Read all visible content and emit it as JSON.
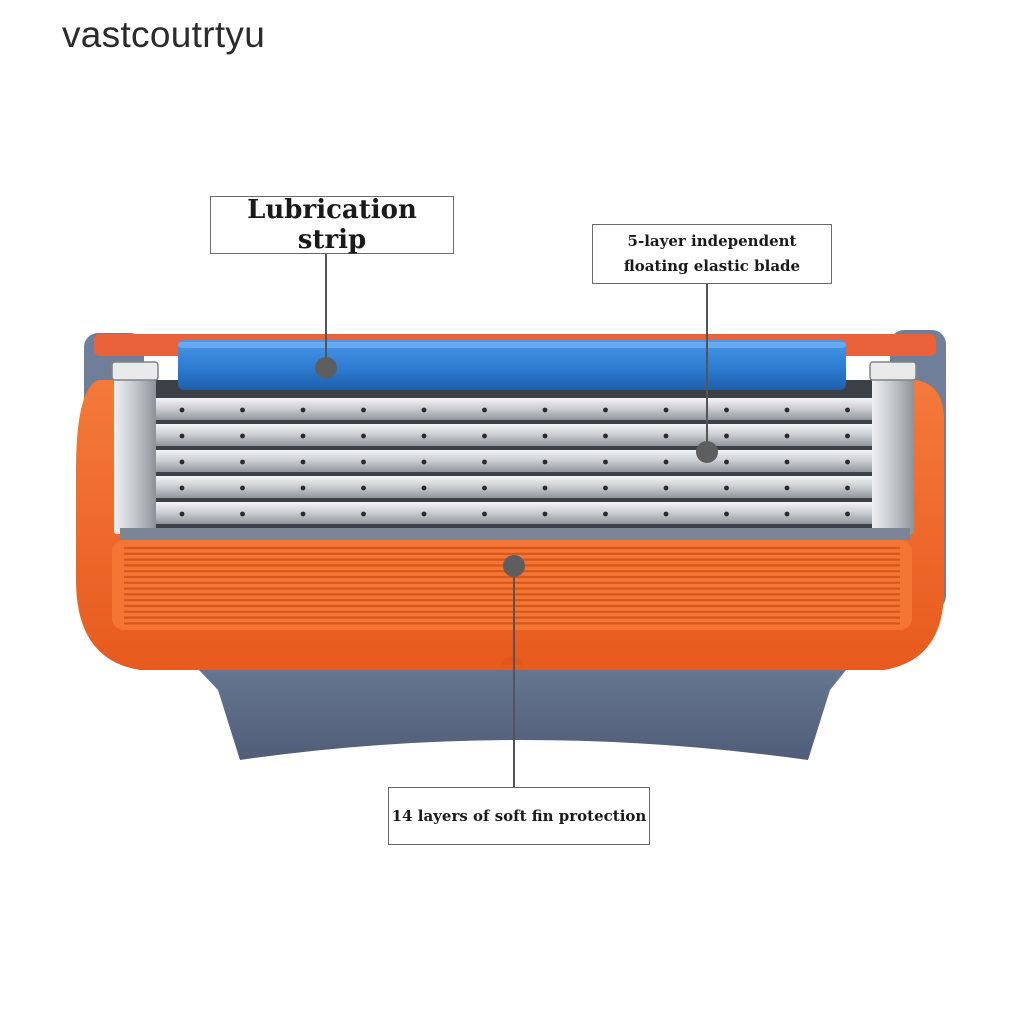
{
  "watermark": "vastcoutrtyu",
  "callouts": {
    "lubrication": "Lubrication strip",
    "blade_line1": "5-layer independent",
    "blade_line2": "floating elastic blade",
    "fin": "14 layers of soft fin protection"
  },
  "colors": {
    "orange": "#f26b2c",
    "blue_strip": "#2e7fd6",
    "grey_base": "#5b6a86",
    "steel": "#d9dcdf",
    "marker": "#5e5e5e"
  }
}
